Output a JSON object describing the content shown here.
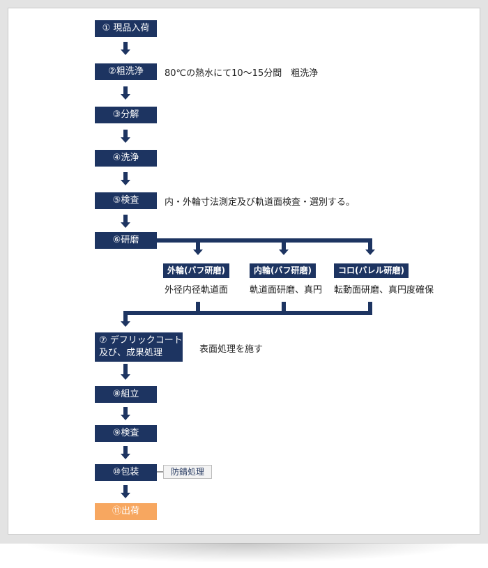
{
  "steps": [
    {
      "label": "① 現品入荷"
    },
    {
      "label": "②粗洗浄",
      "note": "80℃の熱水にて10～15分間　粗洗浄"
    },
    {
      "label": "③分解"
    },
    {
      "label": "④洗浄"
    },
    {
      "label": "⑤検査",
      "note": "内・外輪寸法測定及び軌道面検査・選別する。"
    },
    {
      "label": "⑥研磨"
    },
    {
      "label_line1": "⑦ デフリックコート",
      "label_line2": "及び、成果処理",
      "note": "表面処理を施す"
    },
    {
      "label": "⑧組立"
    },
    {
      "label": "⑨検査"
    },
    {
      "label": "⑩包装",
      "tag": "防錆処理"
    },
    {
      "label": "⑪出荷"
    }
  ],
  "branches": [
    {
      "title": "外輪(バフ研磨)",
      "desc": "外径内径軌道面"
    },
    {
      "title": "内輪(バフ研磨)",
      "desc": "軌道面研磨、真円"
    },
    {
      "title": "コロ(バレル研磨)",
      "desc": "転動面研磨、真円度確保"
    }
  ],
  "colors": {
    "primary": "#1d3461",
    "final": "#f7a760"
  }
}
